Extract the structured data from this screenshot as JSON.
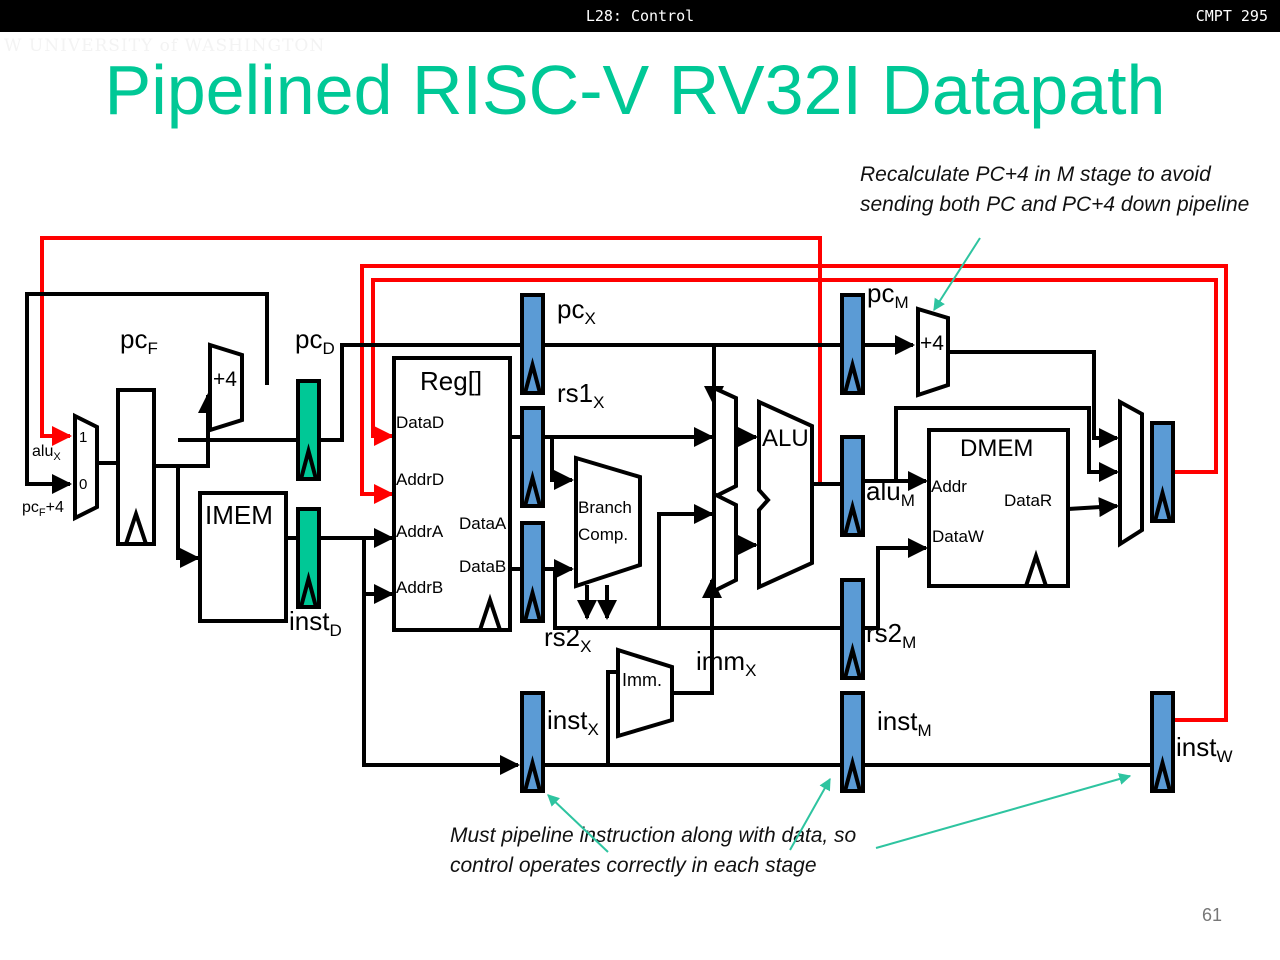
{
  "topbar": {
    "lecture": "L28: Control",
    "course": "CMPT 295"
  },
  "logo": {
    "text": "W UNIVERSITY of WASHINGTON"
  },
  "slide": {
    "title": "Pipelined RISC-V RV32I Datapath",
    "page_number": "61"
  },
  "annotations": {
    "top_note": [
      "Recalculate PC+4 in M stage to avoid",
      "sending both PC and PC+4 down pipeline"
    ],
    "bottom_note": [
      "Must pipeline instruction along with data, so",
      "control operates correctly in each stage"
    ]
  },
  "colors": {
    "accent": "#00c896",
    "fetch_reg": "#00c896",
    "pipe_reg": "#5b9bd5",
    "control_wire": "#ff0000",
    "arrow": "#2ec4a0"
  },
  "diagram": {
    "blocks": {
      "imem": "IMEM",
      "reg": "Reg[]",
      "reg_ports": [
        "DataD",
        "AddrD",
        "AddrA",
        "AddrB",
        "DataA",
        "DataB"
      ],
      "branch": [
        "Branch",
        "Comp."
      ],
      "imm": "Imm.",
      "alu": "ALU",
      "dmem": "DMEM",
      "dmem_ports": [
        "Addr",
        "DataW",
        "DataR"
      ],
      "adder_f": "+4",
      "adder_m": "+4",
      "mux_inputs": [
        "1",
        "0"
      ]
    },
    "labels": {
      "pcF": {
        "base": "pc",
        "sub": "F"
      },
      "pcD": {
        "base": "pc",
        "sub": "D"
      },
      "instD": {
        "base": "inst",
        "sub": "D"
      },
      "pcX": {
        "base": "pc",
        "sub": "X"
      },
      "rs1X": {
        "base": "rs1",
        "sub": "X"
      },
      "rs2X": {
        "base": "rs2",
        "sub": "X"
      },
      "immX": {
        "base": "imm",
        "sub": "X"
      },
      "instX": {
        "base": "inst",
        "sub": "X"
      },
      "pcM": {
        "base": "pc",
        "sub": "M"
      },
      "aluM": {
        "base": "alu",
        "sub": "M"
      },
      "rs2M": {
        "base": "rs2",
        "sub": "M"
      },
      "instM": {
        "base": "inst",
        "sub": "M"
      },
      "instW": {
        "base": "inst",
        "sub": "W"
      },
      "aluX": {
        "base": "alu",
        "sub": "X"
      },
      "pcF4": {
        "base": "pc",
        "sub": "F",
        "suffix": "+4"
      }
    }
  }
}
